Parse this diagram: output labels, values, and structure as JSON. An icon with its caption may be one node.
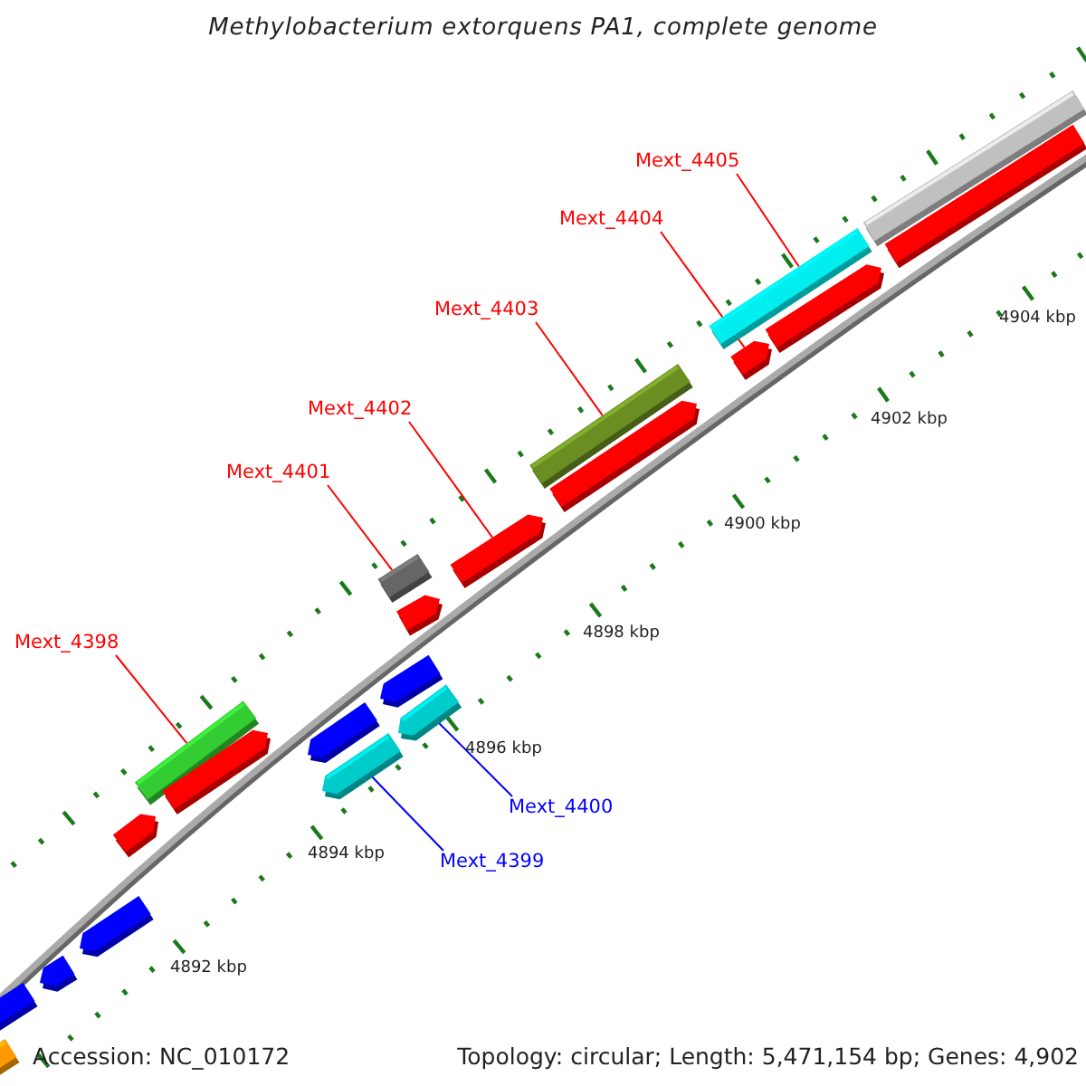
{
  "diagram": {
    "title": "Methylobacterium extorquens PA1, complete genome",
    "nodes": [
      {
        "text": [
          "Mext_4405"
        ]
      },
      {
        "text": [
          "Mext_4404"
        ]
      },
      {
        "text": [
          "Mext_4403"
        ]
      },
      {
        "text": [
          "Mext_4402"
        ]
      },
      {
        "text": [
          "Mext_4401"
        ]
      },
      {
        "text": [
          "Mext_4398"
        ]
      },
      {
        "text": [
          "Mext_4400"
        ]
      },
      {
        "text": [
          "Mext_4399"
        ]
      },
      {
        "text": [],
        "shape": "bar"
      },
      {
        "text": [],
        "shape": "bar"
      },
      {
        "text": [],
        "shape": "bar"
      },
      {
        "text": [],
        "shape": "bar"
      },
      {
        "text": [],
        "shape": "bar"
      },
      {
        "text": [],
        "shape": "bar"
      },
      {
        "text": [],
        "shape": "bar"
      },
      {
        "text": [],
        "shape": "bar"
      },
      {
        "text": [],
        "shape": "bar"
      },
      {
        "text": [],
        "shape": "bar"
      },
      {
        "text": [],
        "shape": "bar"
      },
      {
        "text": [],
        "shape": "bar"
      },
      {
        "text": [],
        "shape": "bar"
      },
      {
        "text": [],
        "shape": "bar"
      },
      {
        "text": [],
        "shape": "bar"
      },
      {
        "text": [],
        "shape": "bar"
      },
      {
        "text": [],
        "shape": "bar"
      },
      {
        "text": [],
        "shape": "bar"
      },
      {
        "text": [],
        "shape": "bar"
      },
      {
        "text": [],
        "shape": "bar"
      },
      {
        "text": [],
        "shape": "bar"
      }
    ],
    "edges": [
      {
        "from": 0,
        "to": 8,
        "arrow": "none"
      },
      {
        "from": 1,
        "to": 9,
        "arrow": "none"
      },
      {
        "from": 2,
        "to": 10,
        "arrow": "none"
      },
      {
        "from": 3,
        "to": 11,
        "arrow": "none"
      },
      {
        "from": 4,
        "to": 12,
        "arrow": "none"
      },
      {
        "from": 5,
        "to": 13,
        "arrow": "none"
      },
      {
        "from": 6,
        "to": 14,
        "arrow": "none",
        "color": "#0000ff"
      },
      {
        "from": 7,
        "to": 15,
        "arrow": "none",
        "color": "#0000ff"
      }
    ],
    "labels": [
      "4904 kbp",
      "4902 kbp",
      "4900 kbp",
      "4898 kbp",
      "4896 kbp",
      "4894 kbp",
      "4892 kbp",
      "Accession: NC_010172",
      "Topology: circular; Length: 5,471,154 bp; Genes: 4,902"
    ]
  }
}
